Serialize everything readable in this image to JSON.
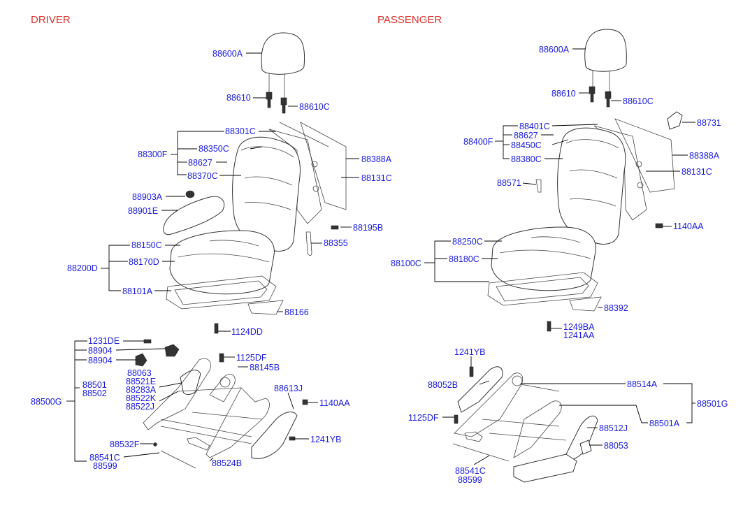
{
  "headers": {
    "driver": "DRIVER",
    "passenger": "PASSENGER"
  },
  "driver_labels": {
    "headrest": "88600A",
    "guide_left": "88610",
    "guide_right": "88610C",
    "back_cover": "88301C",
    "back_assy": "88300F",
    "back_pad": "88350C",
    "back_clip": "88627",
    "back_trim": "88370C",
    "back_board": "88388A",
    "back_frame": "88131C",
    "knob": "88903A",
    "armrest": "88901E",
    "bolt_back": "88195B",
    "lever": "88355",
    "cushion_cover": "88150C",
    "cushion_assy": "88200D",
    "cushion_pad": "88170D",
    "cushion_frame": "88101A",
    "cushion_board": "88166",
    "bolt_cushion": "1124DD",
    "screw": "1231DE",
    "recliner_knob_1": "88904",
    "recliner_knob_2": "88904",
    "adjuster_assy": "88500G",
    "bracket": "88063",
    "cover_1": "88521E",
    "cover_2": "88283A",
    "cover_3": "88522K",
    "cover_4": "88522J",
    "recliner_1": "88501",
    "recliner_2": "88502",
    "bolt_adj": "1125DF",
    "spring": "88145B",
    "side_cover": "88613J",
    "nut": "1140AA",
    "pin": "88532F",
    "bolt_side": "1241YB",
    "wire_1": "88541C",
    "wire_2": "88599",
    "track": "88524B"
  },
  "passenger_labels": {
    "headrest": "88600A",
    "guide_left": "88610",
    "guide_right": "88610C",
    "switch": "88731",
    "back_cover": "88401C",
    "back_clip": "88627",
    "back_assy": "88400F",
    "back_pad": "88450C",
    "back_board": "88388A",
    "back_trim": "88380C",
    "back_frame": "88131C",
    "lever": "88571",
    "nut_back": "1140AA",
    "cushion_cover": "88250C",
    "cushion_assy": "88100C",
    "cushion_pad": "88180C",
    "cushion_board": "88392",
    "bolt_1": "1249BA",
    "bolt_2": "1241AA",
    "bolt_adj": "1241YB",
    "bracket": "88052B",
    "adjuster_frame": "88514A",
    "adjuster_assy": "88501G",
    "bolt_front": "1125DF",
    "side_cover": "88512J",
    "adjuster": "88501A",
    "trim": "88053",
    "wire_1": "88541C",
    "wire_2": "88599"
  }
}
